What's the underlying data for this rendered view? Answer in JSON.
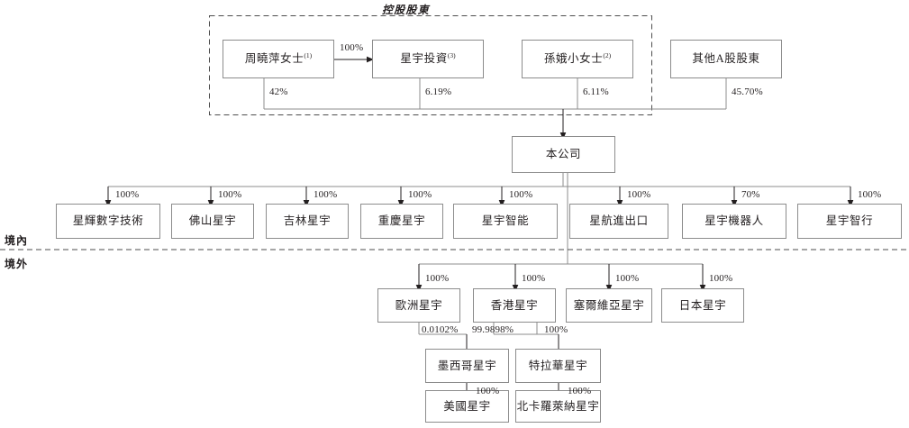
{
  "diagram": {
    "type": "organizational-shareholding-chart",
    "group_title": "控股股東",
    "zones": {
      "domestic": "境內",
      "overseas": "境外"
    },
    "nodes": {
      "zhou": {
        "label": "周曉萍女士",
        "sup": "(1)"
      },
      "xingyu_invest": {
        "label": "星宇投資",
        "sup": "(3)"
      },
      "sun": {
        "label": "孫娥小女士",
        "sup": "(2)"
      },
      "other_a": {
        "label": "其他A股股東",
        "sup": ""
      },
      "company": {
        "label": "本公司",
        "sup": ""
      },
      "d1": {
        "label": "星輝數字技術",
        "sup": ""
      },
      "d2": {
        "label": "佛山星宇",
        "sup": ""
      },
      "d3": {
        "label": "吉林星宇",
        "sup": ""
      },
      "d4": {
        "label": "重慶星宇",
        "sup": ""
      },
      "d5": {
        "label": "星宇智能",
        "sup": ""
      },
      "d6": {
        "label": "星航進出口",
        "sup": ""
      },
      "d7": {
        "label": "星宇機器人",
        "sup": ""
      },
      "d8": {
        "label": "星宇智行",
        "sup": ""
      },
      "o1": {
        "label": "歐洲星宇",
        "sup": ""
      },
      "o2": {
        "label": "香港星宇",
        "sup": ""
      },
      "o3": {
        "label": "塞爾維亞星宇",
        "sup": ""
      },
      "o4": {
        "label": "日本星宇",
        "sup": ""
      },
      "b1": {
        "label": "墨西哥星宇",
        "sup": ""
      },
      "b2": {
        "label": "特拉華星宇",
        "sup": ""
      },
      "c1": {
        "label": "美國星宇",
        "sup": ""
      },
      "c2": {
        "label": "北卡羅萊納星宇",
        "sup": ""
      }
    },
    "percentages": {
      "zhou_to_invest": "100%",
      "zhou_to_company": "42%",
      "invest_to_company": "6.19%",
      "sun_to_company": "6.11%",
      "other_a_to_company": "45.70%",
      "d1": "100%",
      "d2": "100%",
      "d3": "100%",
      "d4": "100%",
      "d5": "100%",
      "d6": "100%",
      "d7": "70%",
      "d8": "100%",
      "o1": "100%",
      "o2": "100%",
      "o3": "100%",
      "o4": "100%",
      "o1_to_b1": "0.0102%",
      "o2_to_b1": "99.9898%",
      "o2_to_b2": "100%",
      "b1_to_c1": "100%",
      "b2_to_c2": "100%"
    },
    "colors": {
      "line": "#8c8c8c",
      "arrow": "#231f20",
      "text": "#231f20",
      "border": "#8c8c8c",
      "background": "#ffffff"
    }
  }
}
